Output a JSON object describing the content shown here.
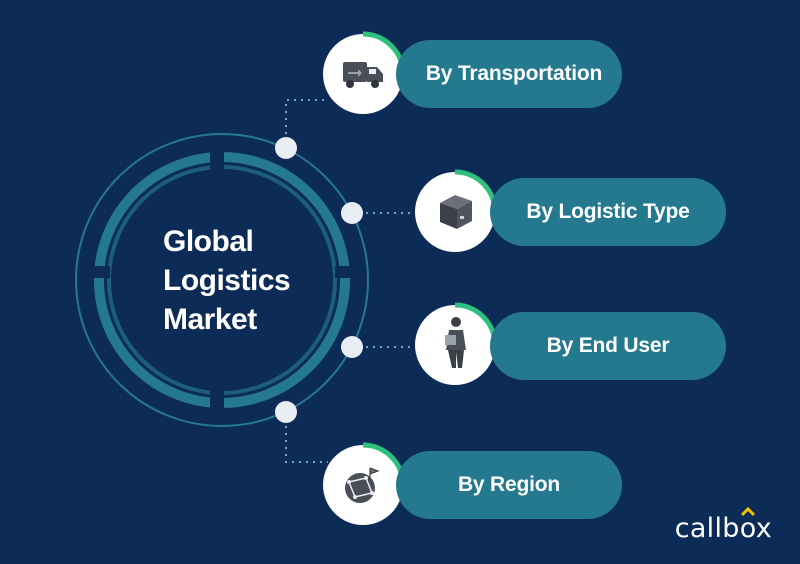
{
  "center": {
    "line1": "Global",
    "line2": "Logistics",
    "line3": "Market"
  },
  "branches": [
    {
      "label": "By Transportation",
      "icon": "truck-icon"
    },
    {
      "label": "By Logistic Type",
      "icon": "box-icon"
    },
    {
      "label": "By End User",
      "icon": "delivery-person-icon"
    },
    {
      "label": "By Region",
      "icon": "globe-network-icon"
    }
  ],
  "brand": {
    "name": "callbox",
    "accent": "#f2c200"
  },
  "colors": {
    "background": "#0d2b57",
    "ring": "#24798f",
    "pill": "#24798f",
    "arc": "#2fc07e",
    "node": "#e8eef4"
  }
}
